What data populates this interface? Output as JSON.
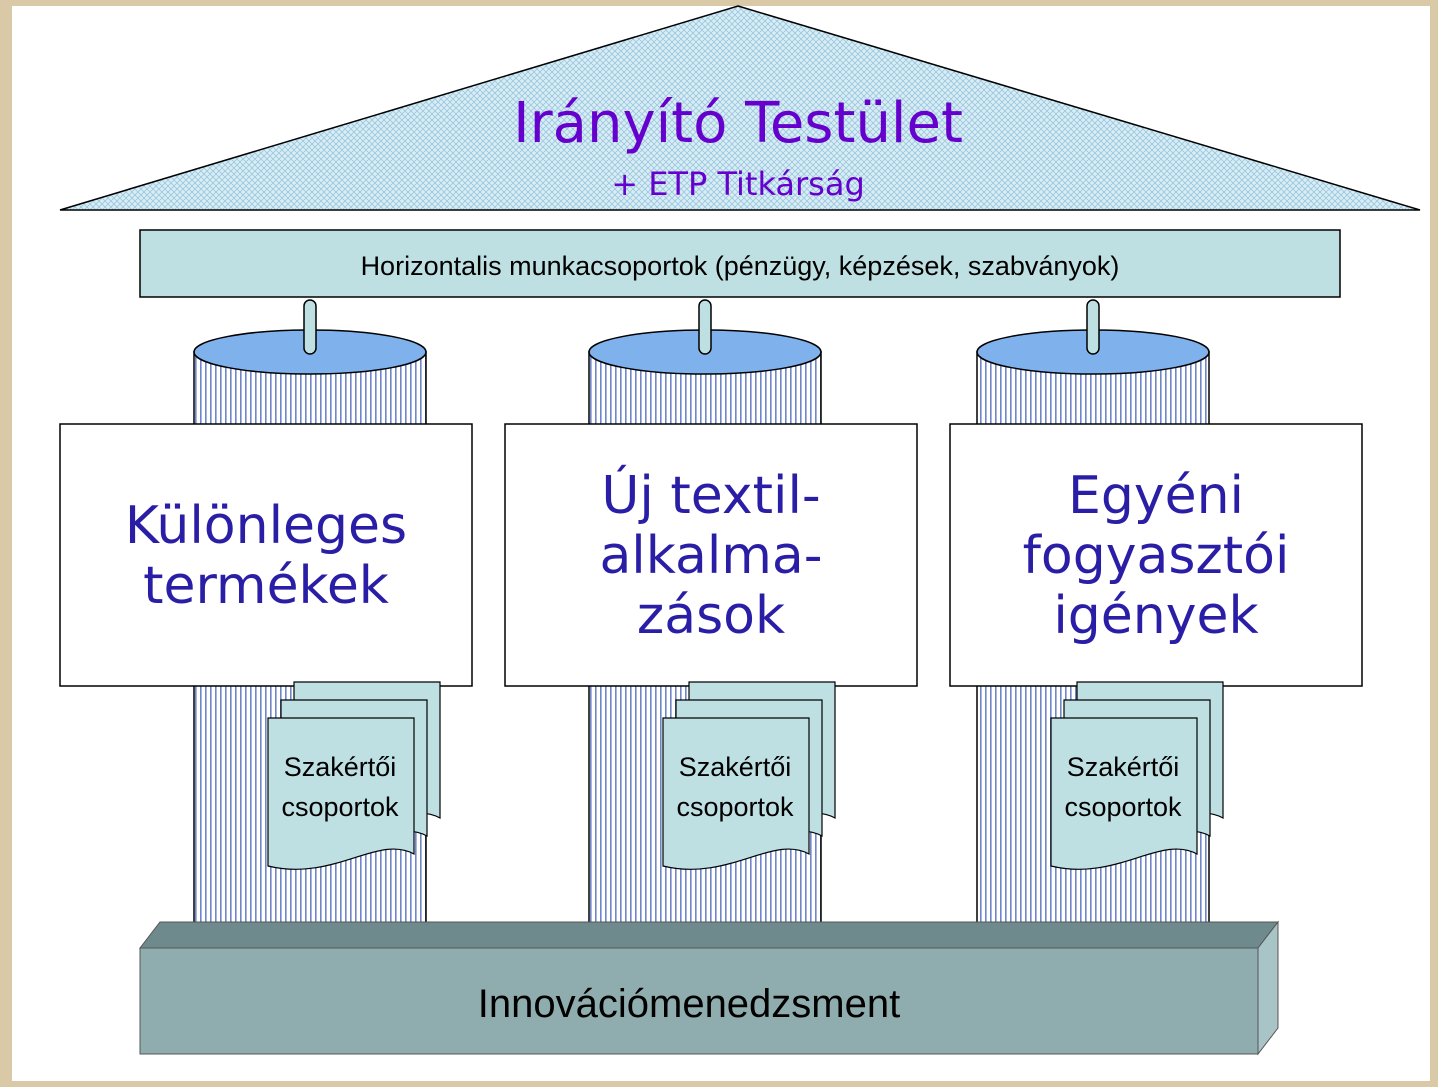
{
  "roof": {
    "title": "Irányító Testület",
    "subtitle": "+ ETP Titkárság"
  },
  "beam": {
    "label": "Horizontalis munkacsoportok (pénzügy, képzések, szabványok)"
  },
  "pillars": [
    {
      "title_lines": [
        "Különleges",
        "termékek"
      ],
      "group_lines": [
        "Szakértői",
        "csoportok"
      ]
    },
    {
      "title_lines": [
        "Új textil-",
        "alkalma-",
        "zások"
      ],
      "group_lines": [
        "Szakértői",
        "csoportok"
      ]
    },
    {
      "title_lines": [
        "Egyéni",
        "fogyasztói",
        "igények"
      ],
      "group_lines": [
        "Szakértői",
        "csoportok"
      ]
    }
  ],
  "base": {
    "label": "Innovációmenedzsment"
  },
  "colors": {
    "roof_fill": "#cfe6f0",
    "roof_text": "#6600cc",
    "beam_fill": "#bfe0e3",
    "pillar_stripe": "#6f86c8",
    "pillar_top": "#7fb2ec",
    "doc_fill": "#bfe0e3",
    "base_top": "#6e8a8c",
    "base_front": "#8fadae",
    "base_side": "#a9c4c6",
    "pillar_title": "#2a1ea6"
  }
}
